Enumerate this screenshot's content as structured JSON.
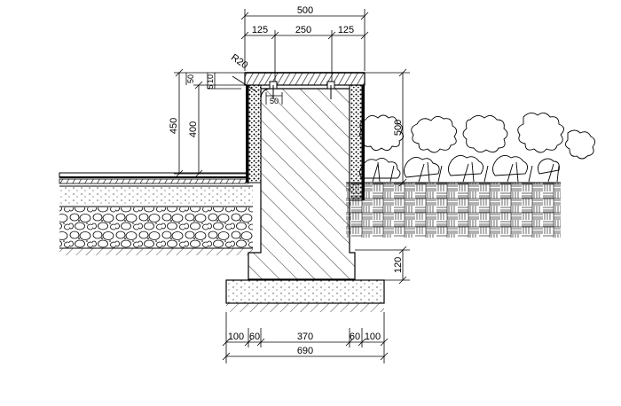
{
  "dimensions": {
    "top_total": "500",
    "top_left": "125",
    "top_mid": "250",
    "top_right": "125",
    "left_outer": "450",
    "left_inner": "400",
    "small_50": "50",
    "small_10": "10",
    "small_5": "5",
    "radius": "R20",
    "inner_50": "50",
    "right_500": "500",
    "right_120": "120",
    "bottom_100_left": "100",
    "bottom_60_left": "60",
    "bottom_370": "370",
    "bottom_60_right": "60",
    "bottom_100_right": "100",
    "bottom_total": "690"
  },
  "colors": {
    "line": "#000000",
    "background": "#ffffff"
  }
}
